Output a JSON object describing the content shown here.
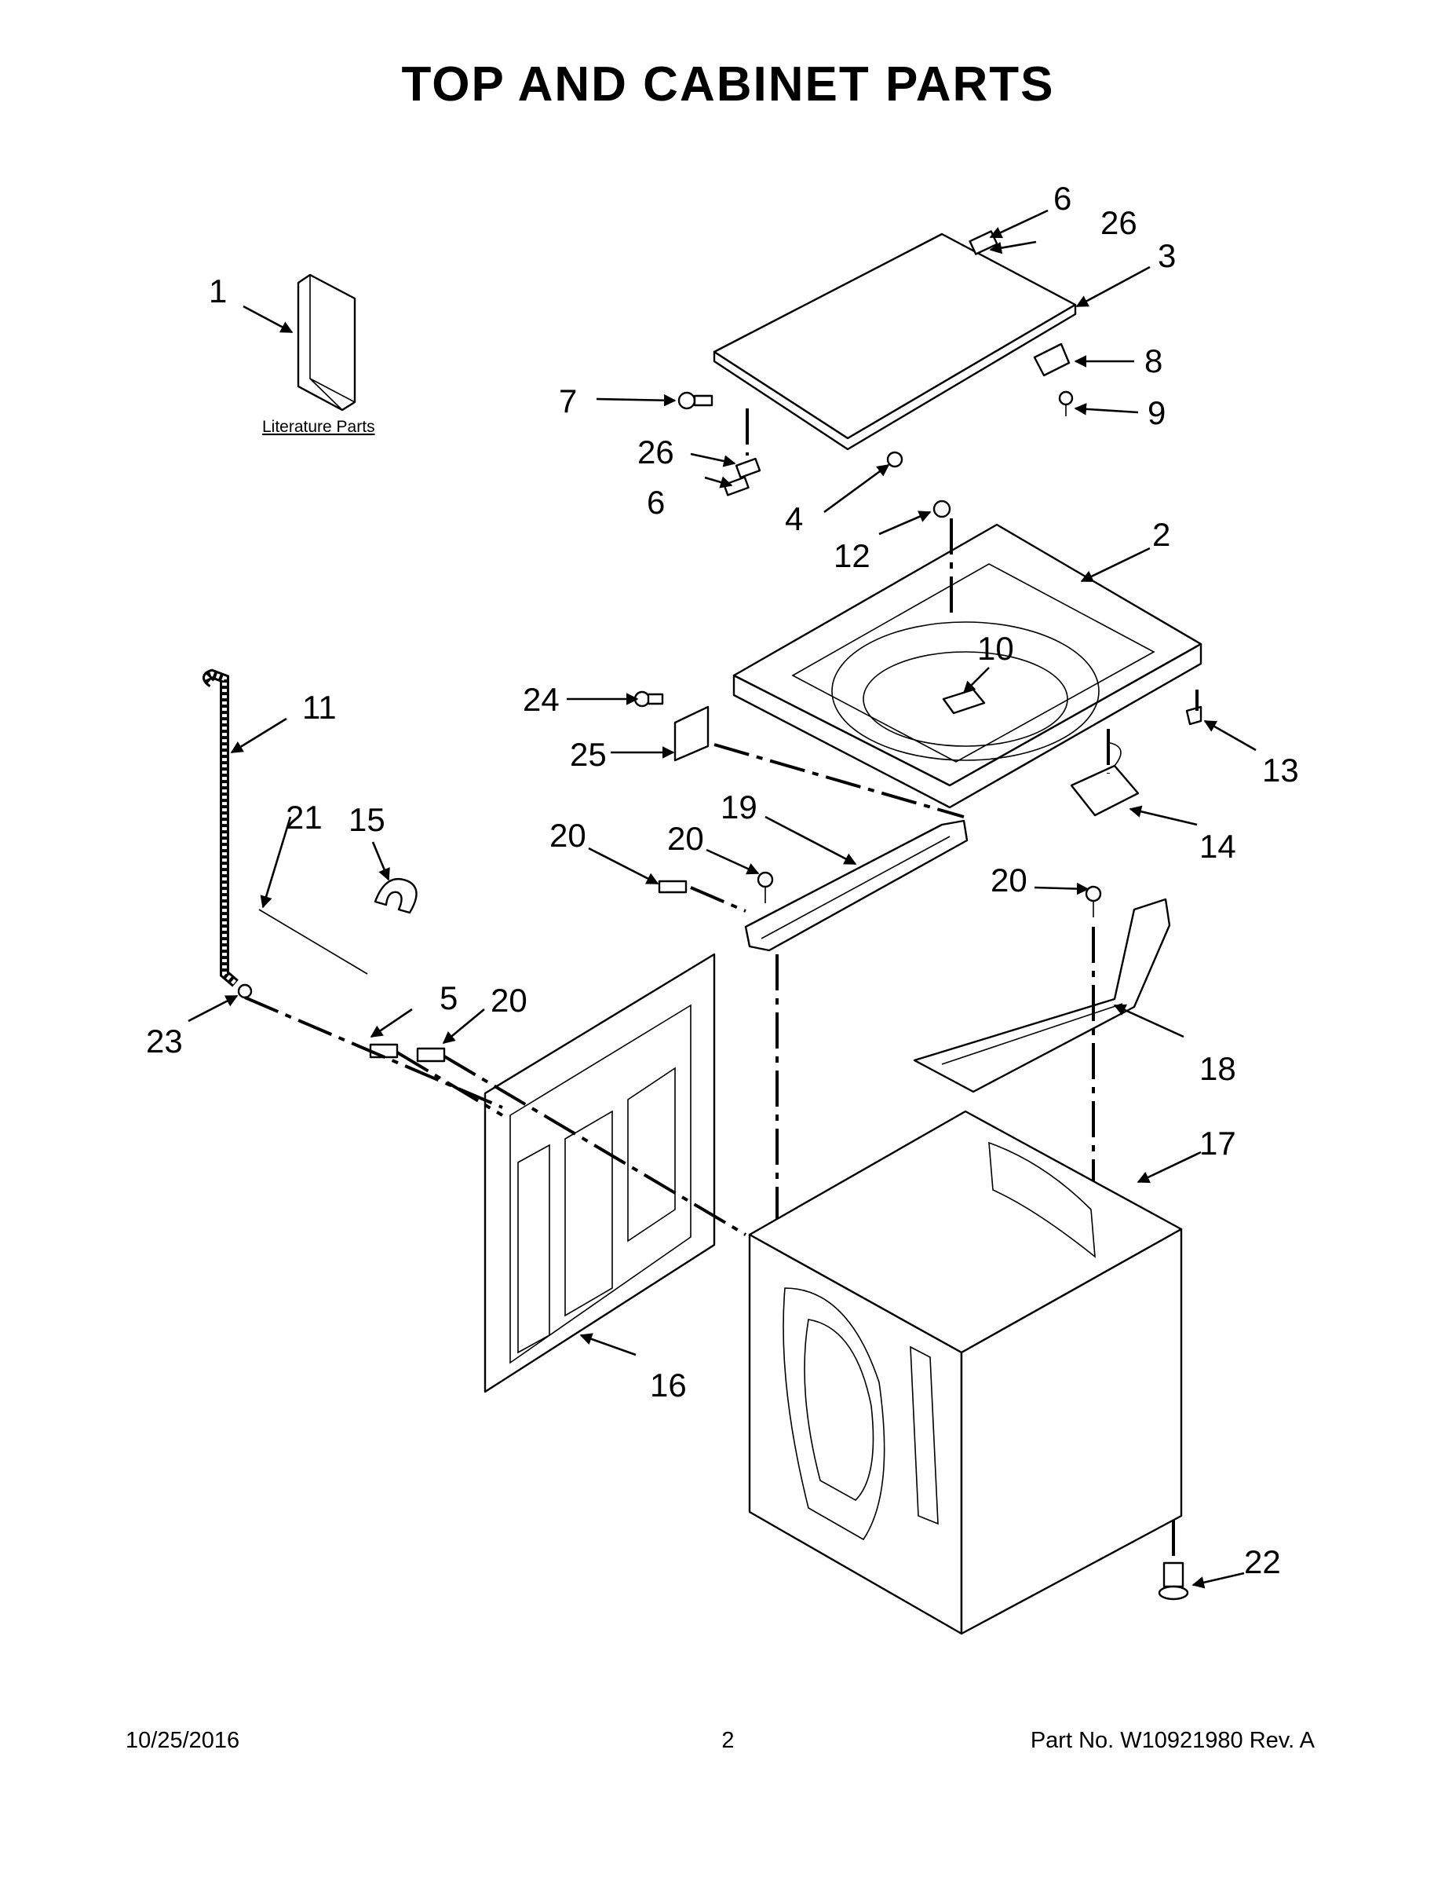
{
  "title": "TOP AND CABINET PARTS",
  "literature_label": "Literature Parts",
  "footer": {
    "date": "10/25/2016",
    "page": "2",
    "part_number": "Part No.  W10921980  Rev.  A"
  },
  "callouts": {
    "c1": "1",
    "c2": "2",
    "c3": "3",
    "c4": "4",
    "c5": "5",
    "c6a": "6",
    "c6b": "6",
    "c7": "7",
    "c8": "8",
    "c9": "9",
    "c10": "10",
    "c11": "11",
    "c12": "12",
    "c13": "13",
    "c14": "14",
    "c15": "15",
    "c16": "16",
    "c17": "17",
    "c18": "18",
    "c19": "19",
    "c20a": "20",
    "c20b": "20",
    "c20c": "20",
    "c20d": "20",
    "c21": "21",
    "c22": "22",
    "c23": "23",
    "c24": "24",
    "c25": "25",
    "c26a": "26",
    "c26b": "26"
  }
}
